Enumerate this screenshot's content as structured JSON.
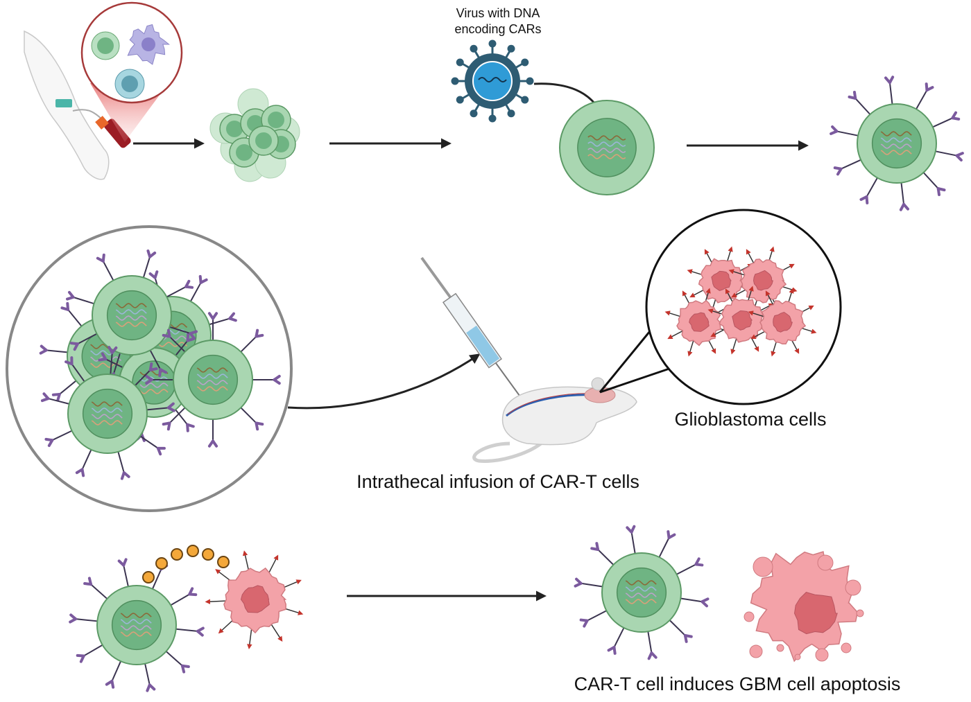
{
  "labels": {
    "virus": [
      "Virus with DNA",
      "encoding CARs"
    ],
    "glioblastoma": "Glioblastoma cells",
    "infusion": "Intrathecal infusion of CAR-T cells",
    "apoptosis": "CAR-T cell induces GBM cell apoptosis"
  },
  "colors": {
    "cell_fill": "#a9d6b1",
    "cell_stroke": "#5c9a66",
    "nucleus": "#6fb483",
    "receptor": "#7b5a9e",
    "tumor_fill": "#f3a2a8",
    "tumor_nucleus": "#d8676f",
    "signal_arrow": "#c4342c",
    "cytokine": "#f4a83a",
    "virus": "#2e5c73",
    "virus_core": "#2f9bd6",
    "arrow": "#222222"
  }
}
